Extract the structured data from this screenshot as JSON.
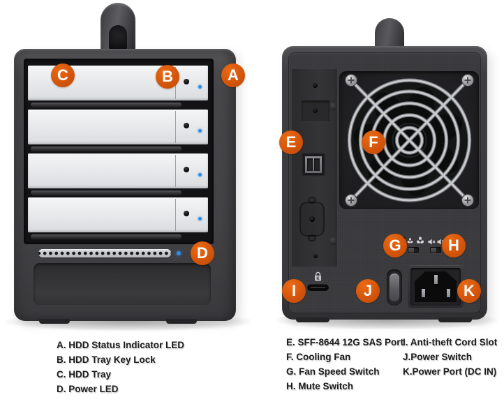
{
  "colors": {
    "accent_orange": "#D5550B",
    "led_blue": "#2F8EE4",
    "chassis_dark": "#3A3A3D",
    "tray_silver": "#E9EAEC"
  },
  "front": {
    "badges": [
      {
        "letter": "A"
      },
      {
        "letter": "B"
      },
      {
        "letter": "C"
      },
      {
        "letter": "D"
      }
    ]
  },
  "rear": {
    "badges": [
      {
        "letter": "E"
      },
      {
        "letter": "F"
      },
      {
        "letter": "G"
      },
      {
        "letter": "H"
      },
      {
        "letter": "I"
      },
      {
        "letter": "J"
      },
      {
        "letter": "K"
      }
    ],
    "kensington_lock_label": "K"
  },
  "legend": {
    "front": [
      {
        "text": "A. HDD Status Indicator LED"
      },
      {
        "text": "B. HDD Tray Key Lock"
      },
      {
        "text": "C. HDD Tray"
      },
      {
        "text": "D. Power LED"
      }
    ],
    "rear_col1": [
      {
        "text": "E. SFF-8644 12G SAS Port"
      },
      {
        "text": "F. Cooling Fan"
      },
      {
        "text": "G. Fan Speed Switch"
      },
      {
        "text": "H. Mute Switch"
      }
    ],
    "rear_col2": [
      {
        "text": "I. Anti-theft Cord Slot"
      },
      {
        "text": "J.Power Switch"
      },
      {
        "text": "K.Power Port (DC IN)"
      }
    ]
  },
  "icons": {
    "fan_small": "fan-low-speed-icon",
    "fan_large": "fan-high-speed-icon",
    "speaker_muted": "speaker-muted-icon",
    "speaker_on": "speaker-icon",
    "kensington": "kensington-lock-icon"
  }
}
